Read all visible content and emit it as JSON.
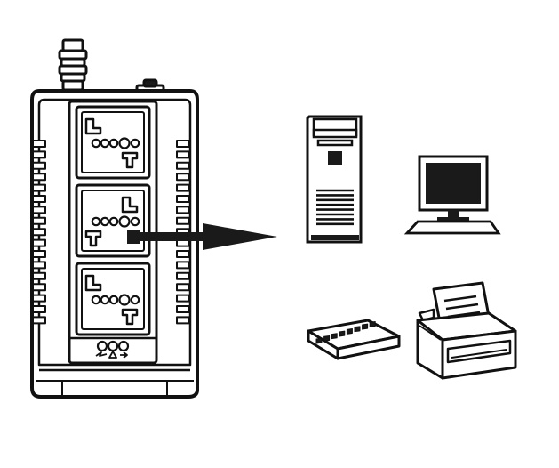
{
  "diagram": {
    "colors": {
      "ink": "#111111",
      "paper": "#ffffff",
      "fill_dark": "#1a1a1a",
      "fill_gray": "#cfcfcf"
    },
    "nodes": [
      {
        "id": "ups",
        "icon": "power-strip-icon",
        "label": ""
      },
      {
        "id": "pc",
        "icon": "desktop-tower-icon",
        "label": ""
      },
      {
        "id": "monitor",
        "icon": "monitor-icon",
        "label": ""
      },
      {
        "id": "switch",
        "icon": "network-switch-icon",
        "label": ""
      },
      {
        "id": "printer",
        "icon": "printer-icon",
        "label": ""
      }
    ],
    "edges": [
      {
        "from": "ups",
        "to": "pc",
        "style": "arrow",
        "label": ""
      }
    ],
    "ups_outlets": 3,
    "switch_ports": 8
  }
}
